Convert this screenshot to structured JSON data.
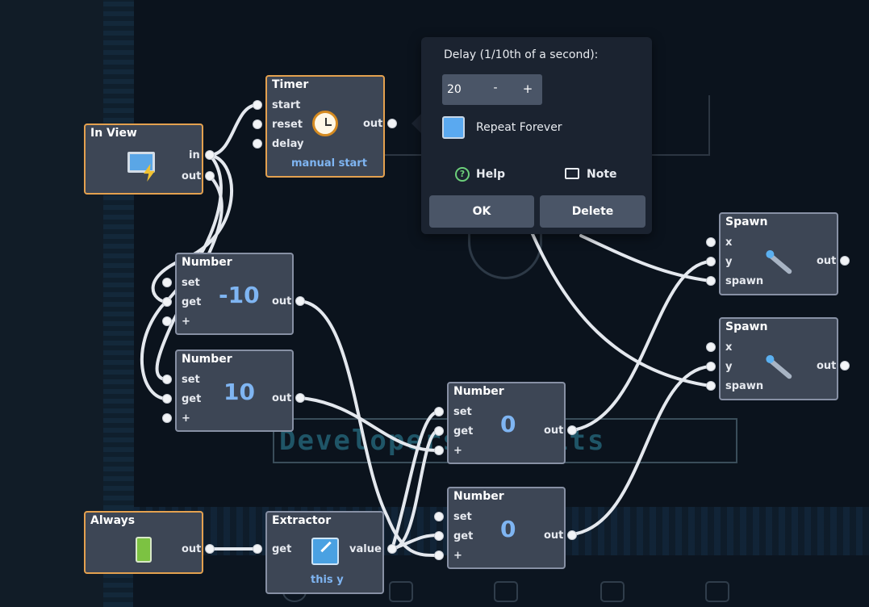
{
  "background": {
    "credits_banner_text": "Developers  Credits"
  },
  "nodes": {
    "in_view": {
      "title": "In View",
      "ports": {
        "in": "in",
        "out": "out"
      }
    },
    "timer": {
      "title": "Timer",
      "ports": {
        "start": "start",
        "reset": "reset",
        "delay": "delay",
        "out": "out"
      },
      "mode": "manual start"
    },
    "number_1": {
      "title": "Number",
      "value": "-10",
      "ports": {
        "set": "set",
        "get": "get",
        "plus": "+",
        "out": "out"
      }
    },
    "number_2": {
      "title": "Number",
      "value": "10",
      "ports": {
        "set": "set",
        "get": "get",
        "plus": "+",
        "out": "out"
      }
    },
    "number_3": {
      "title": "Number",
      "value": "0",
      "ports": {
        "set": "set",
        "get": "get",
        "plus": "+",
        "out": "out"
      }
    },
    "number_4": {
      "title": "Number",
      "value": "0",
      "ports": {
        "set": "set",
        "get": "get",
        "plus": "+",
        "out": "out"
      }
    },
    "spawn_1": {
      "title": "Spawn",
      "ports": {
        "x": "x",
        "y": "y",
        "spawn": "spawn",
        "out": "out"
      }
    },
    "spawn_2": {
      "title": "Spawn",
      "ports": {
        "x": "x",
        "y": "y",
        "spawn": "spawn",
        "out": "out"
      }
    },
    "always": {
      "title": "Always",
      "ports": {
        "out": "out"
      }
    },
    "extractor": {
      "title": "Extractor",
      "ports": {
        "get": "get",
        "value": "value"
      },
      "target": "this y"
    }
  },
  "popup": {
    "delay_label": "Delay (1/10th of a second):",
    "delay_value": "20",
    "minus": "-",
    "plus": "+",
    "repeat_label": "Repeat Forever",
    "repeat_checked": true,
    "help_label": "Help",
    "note_label": "Note",
    "ok_label": "OK",
    "delete_label": "Delete"
  },
  "colors": {
    "accent_orange": "#e4a14f",
    "node_value_blue": "#7fb5f2",
    "node_bg": "#3d4655",
    "canvas_bg": "#0b131d"
  },
  "icons": {
    "in_view": "monitor-bolt-icon",
    "timer": "alarm-clock-icon",
    "always": "battery-icon",
    "extractor": "arrow-out-icon",
    "spawn": "magic-wand-icon",
    "help": "question-icon",
    "note": "note-icon"
  }
}
